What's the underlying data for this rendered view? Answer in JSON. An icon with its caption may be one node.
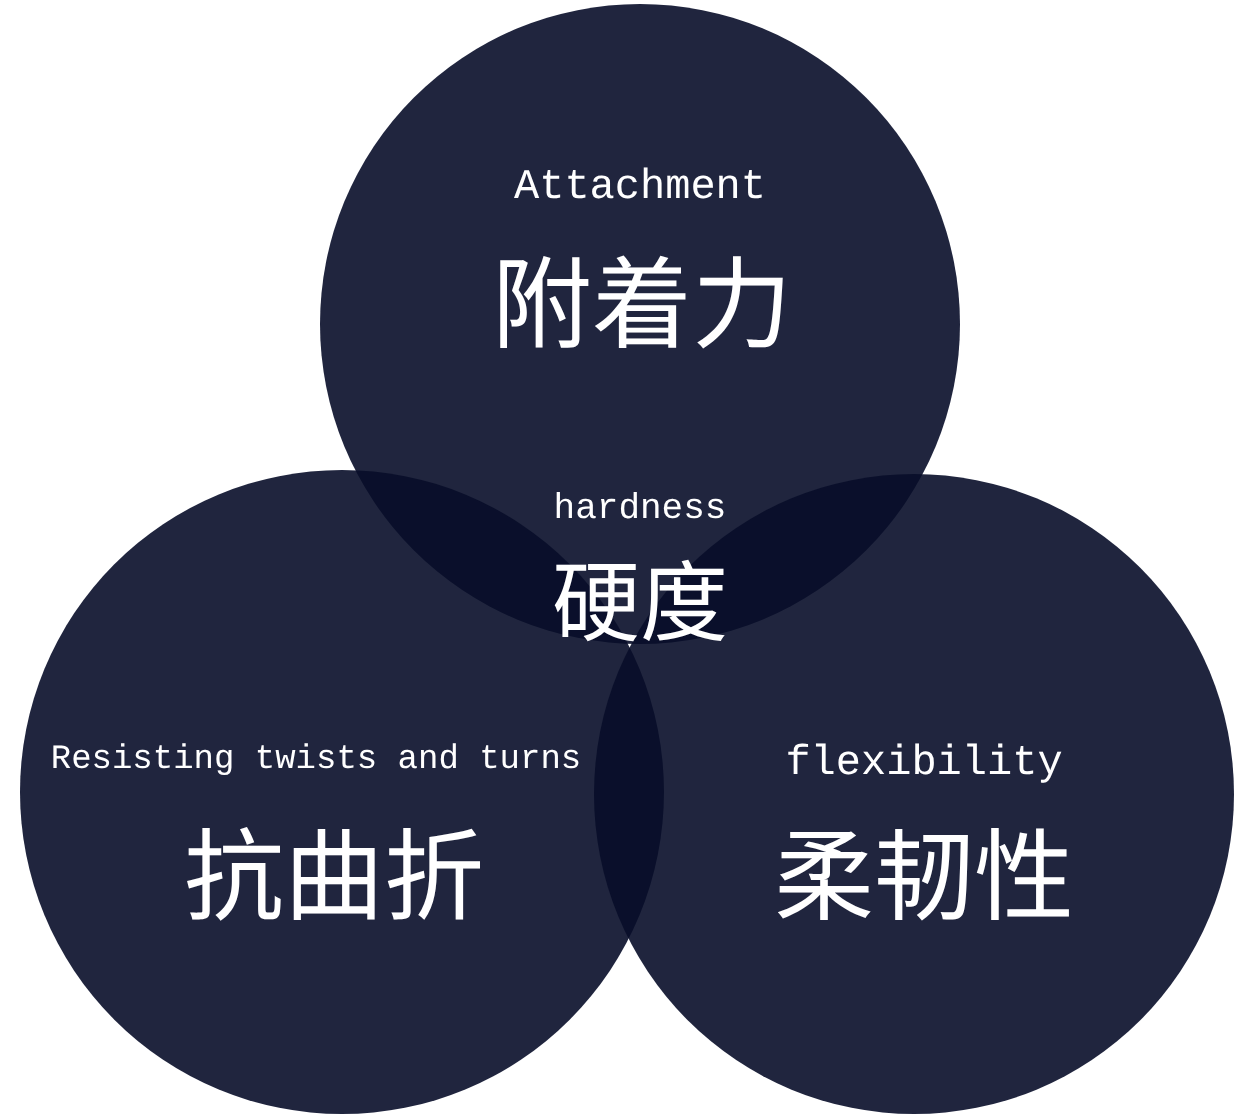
{
  "diagram": {
    "nodes": [
      {
        "text": [
          "Attachment",
          "附着力"
        ]
      },
      {
        "text": [
          "Resisting twists and turns",
          "抗曲折"
        ]
      },
      {
        "text": [
          "flexibility",
          "柔韧性"
        ]
      }
    ],
    "labels": [
      "hardness",
      "硬度"
    ]
  }
}
